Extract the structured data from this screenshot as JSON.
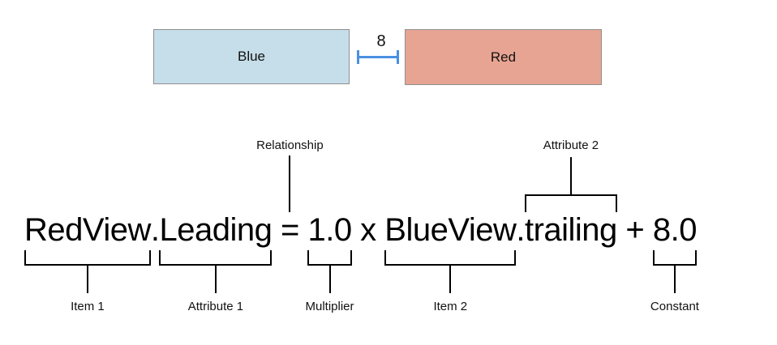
{
  "top_diagram": {
    "blue_box": {
      "label": "Blue"
    },
    "red_box": {
      "label": "Red"
    },
    "spacing_label": "8"
  },
  "equation": {
    "full_text": "RedView.Leading = 1.0 x BlueView.trailing + 8.0",
    "parts": [
      {
        "text": "RedView",
        "bottom_label": "Item 1"
      },
      {
        "text": "."
      },
      {
        "text": "Leading",
        "bottom_label": "Attribute 1"
      },
      {
        "text": " = ",
        "top_label": "Relationship"
      },
      {
        "text": "1.0",
        "bottom_label": "Multiplier"
      },
      {
        "text": " x "
      },
      {
        "text": "BlueView",
        "bottom_label": "Item 2"
      },
      {
        "text": "."
      },
      {
        "text": "trailing",
        "top_label": "Attribute 2"
      },
      {
        "text": " + "
      },
      {
        "text": "8.0",
        "bottom_label": "Constant"
      }
    ]
  },
  "colors": {
    "blue_box_fill": "#c6dee9",
    "red_box_fill": "#e8a493",
    "box_border": "#8f8f8f",
    "spacing_indicator_blue": "#4a90e2",
    "line_and_text": "#000000"
  }
}
